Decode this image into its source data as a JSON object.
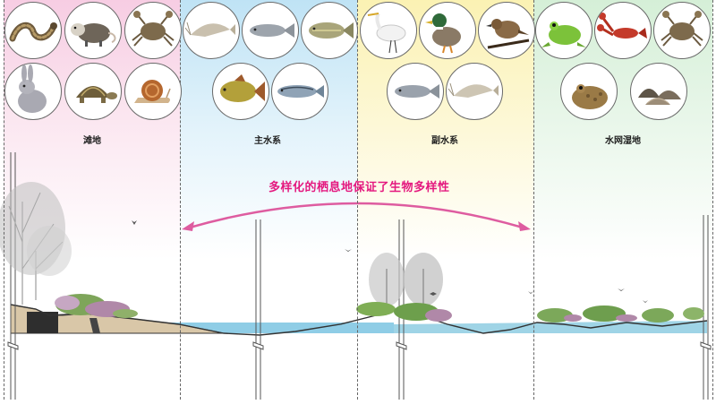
{
  "zones": [
    {
      "label": "滩地"
    },
    {
      "label": "主水系"
    },
    {
      "label": "副水系"
    },
    {
      "label": "水网湿地"
    }
  ],
  "headline": "多样化的栖息地保证了生物多样性",
  "colors": {
    "tidal": "#f7cde3",
    "main_water": "#bfe3f5",
    "sub_water": "#fbf2b3",
    "wetland": "#d5efd7",
    "arrow": "#de5ca0",
    "headline": "#e4197f",
    "water": "#8fcde6"
  },
  "species": {
    "tidal": [
      "snake",
      "opossum",
      "crab",
      "rabbit",
      "tortoise",
      "snail"
    ],
    "main_water": [
      "shrimp",
      "fish",
      "fish",
      "carp",
      "mackerel"
    ],
    "sub_water": [
      "egret",
      "duck",
      "sparrow",
      "fish",
      "shrimp"
    ],
    "wetland": [
      "frog",
      "crayfish",
      "crab",
      "toad",
      "clam"
    ]
  }
}
